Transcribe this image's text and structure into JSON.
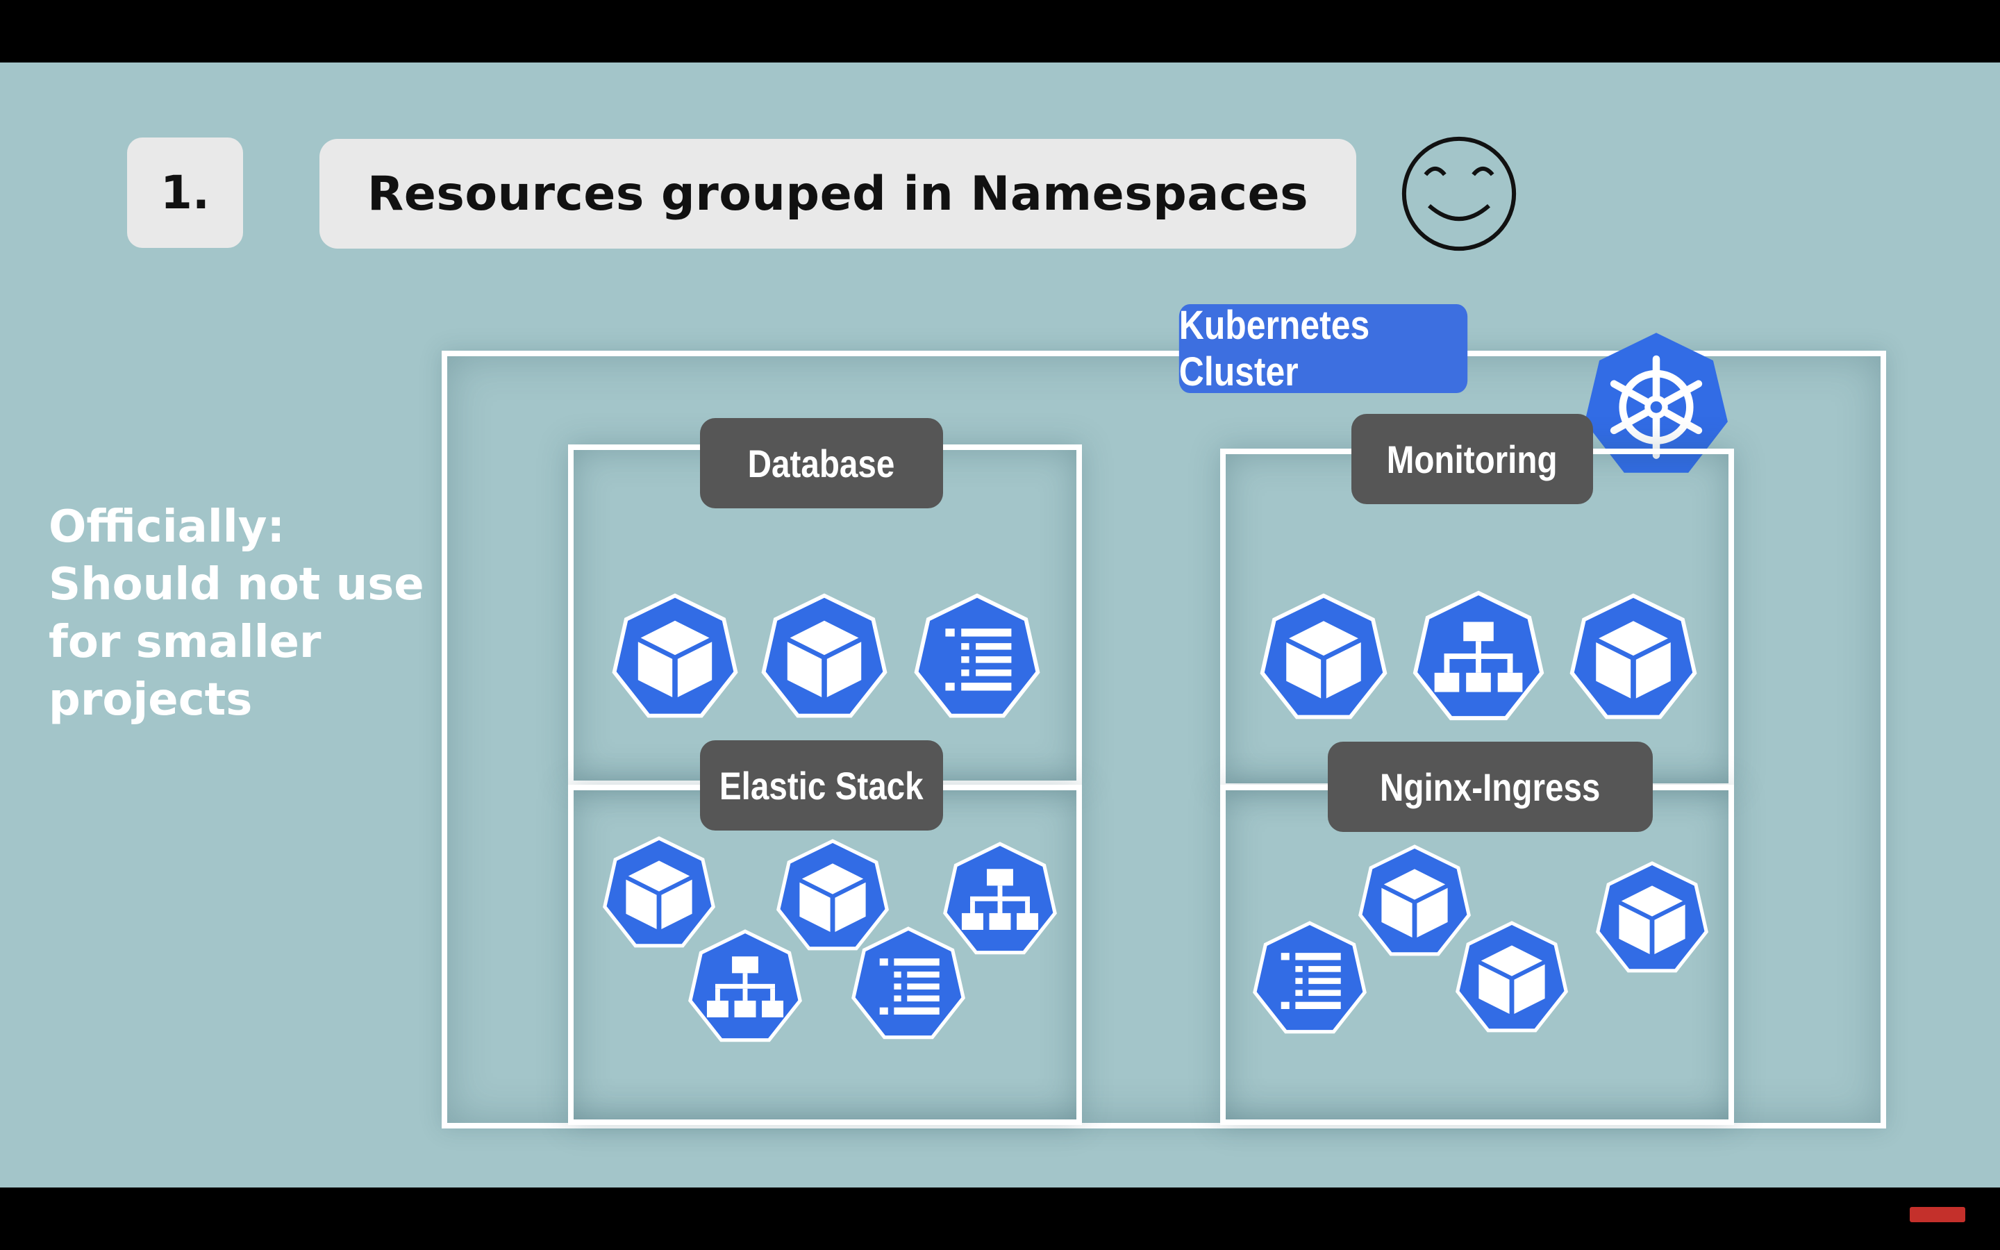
{
  "slide": {
    "step_number": "1.",
    "title": "Resources grouped in Namespaces",
    "side_note": "Officially:\nShould not use\nfor smaller\nprojects"
  },
  "cluster": {
    "label": "Kubernetes Cluster",
    "logo_icon": "kubernetes-helm-icon"
  },
  "namespaces": [
    {
      "label": "Database",
      "resources": [
        "cube-icon",
        "cube-icon",
        "list-icon"
      ]
    },
    {
      "label": "Monitoring",
      "resources": [
        "cube-icon",
        "hierarchy-icon",
        "cube-icon"
      ]
    },
    {
      "label": "Elastic Stack",
      "resources": [
        "cube-icon",
        "cube-icon",
        "hierarchy-icon",
        "hierarchy-icon",
        "list-icon"
      ]
    },
    {
      "label": "Nginx-Ingress",
      "resources": [
        "cube-icon",
        "cube-icon",
        "cube-icon",
        "list-icon"
      ]
    }
  ],
  "colors": {
    "background": "#a3c5c9",
    "resource_blue": "#326ce5",
    "cluster_label": "#3d6fe0",
    "namespace_label": "#565656"
  }
}
